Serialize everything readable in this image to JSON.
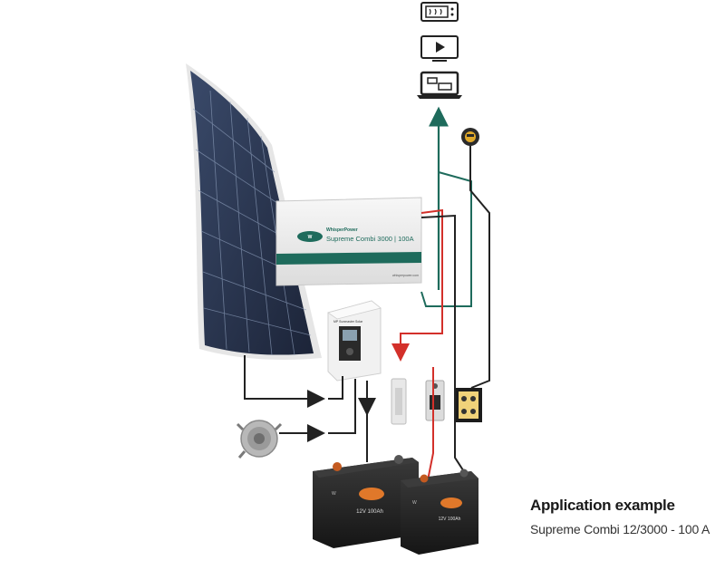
{
  "caption": {
    "title": "Application example",
    "subtitle": "Supreme Combi 12/3000 - 100 A"
  },
  "inverter": {
    "brand": "WhisperPower",
    "model": "Supreme Combi 3000 | 100A",
    "website": "whisperpower.com"
  },
  "controller": {
    "label": "MP Sunmaster Solar"
  },
  "batteries": {
    "large_label": "12V 100Ah",
    "small_label": "12V 100Ah"
  },
  "icons": [
    "microwave-icon",
    "tv-icon",
    "laptop-icon",
    "gauge-icon"
  ],
  "colors": {
    "ac_line": "#1e6b5c",
    "dc_positive": "#d3302a",
    "dc_negative": "#222222",
    "brand_green": "#1e6b5c",
    "battery_accent": "#e0782a"
  }
}
